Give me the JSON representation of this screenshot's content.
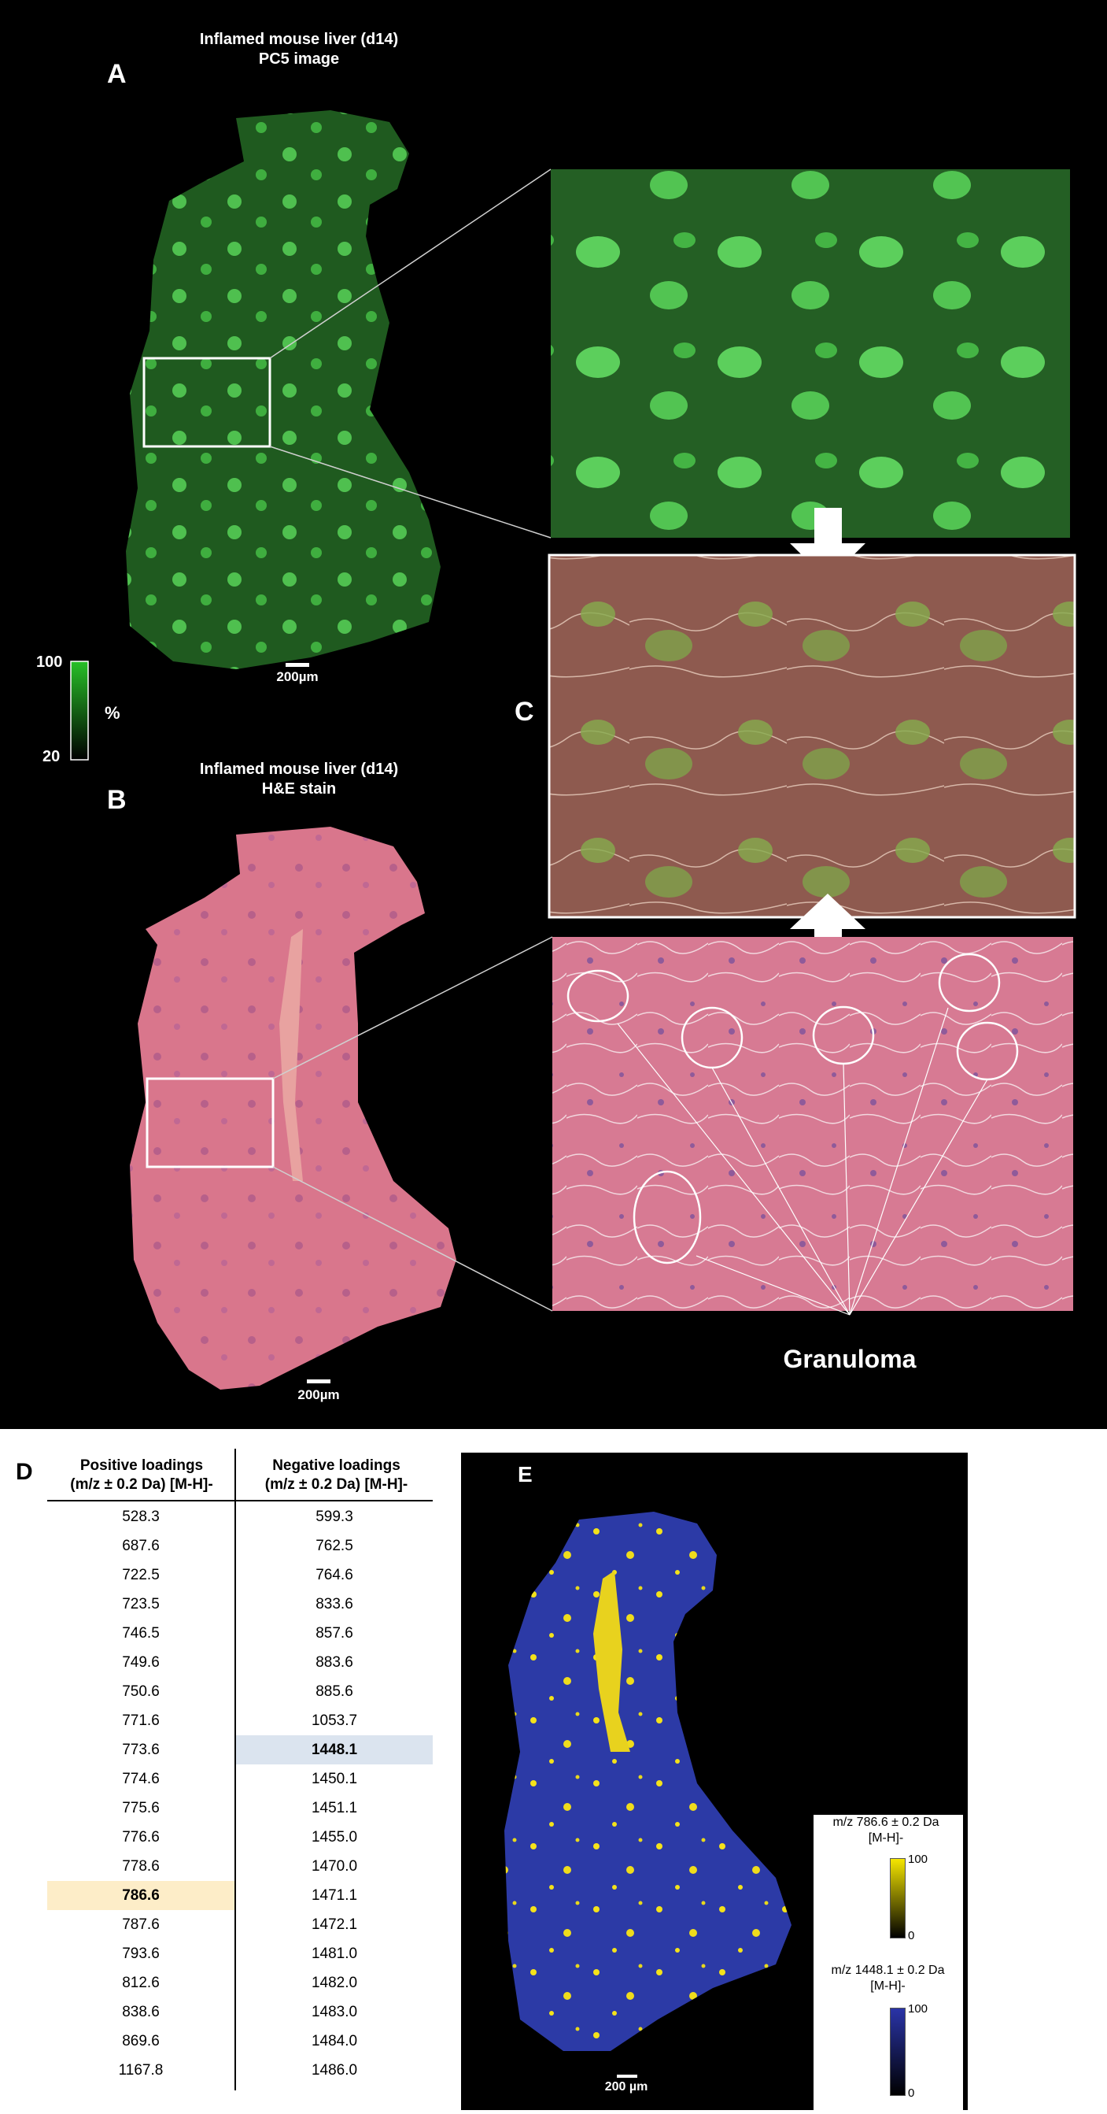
{
  "panel_a": {
    "letter": "A",
    "title_line1": "Inflamed mouse liver (d14)",
    "title_line2": "PC5 image",
    "scalebar": "200µm",
    "colorbar": {
      "max": "100",
      "min": "20",
      "unit": "%"
    }
  },
  "panel_b": {
    "letter": "B",
    "title_line1": "Inflamed mouse liver (d14)",
    "title_line2": "H&E stain",
    "scalebar": "200µm"
  },
  "panel_c": {
    "letter": "C",
    "annotation": "Granuloma"
  },
  "panel_d": {
    "letter": "D",
    "col1_header1": "Positive loadings",
    "col1_header2": "(m/z ± 0.2 Da) [M-H]-",
    "col2_header1": "Negative loadings",
    "col2_header2": "(m/z ± 0.2 Da) [M-H]-",
    "rows": [
      [
        "528.3",
        "599.3"
      ],
      [
        "687.6",
        "762.5"
      ],
      [
        "722.5",
        "764.6"
      ],
      [
        "723.5",
        "833.6"
      ],
      [
        "746.5",
        "857.6"
      ],
      [
        "749.6",
        "883.6"
      ],
      [
        "750.6",
        "885.6"
      ],
      [
        "771.6",
        "1053.7"
      ],
      [
        "773.6",
        "1448.1"
      ],
      [
        "774.6",
        "1450.1"
      ],
      [
        "775.6",
        "1451.1"
      ],
      [
        "776.6",
        "1455.0"
      ],
      [
        "778.6",
        "1470.0"
      ],
      [
        "786.6",
        "1471.1"
      ],
      [
        "787.6",
        "1472.1"
      ],
      [
        "793.6",
        "1481.0"
      ],
      [
        "812.6",
        "1482.0"
      ],
      [
        "838.6",
        "1483.0"
      ],
      [
        "869.6",
        "1484.0"
      ],
      [
        "1167.8",
        "1486.0"
      ]
    ],
    "highlight_positive": "786.6",
    "highlight_negative": "1448.1",
    "highlight_colors": {
      "positive": "#fdedc8",
      "negative": "#dbe4ef"
    }
  },
  "panel_e": {
    "letter": "E",
    "scalebar": "200 µm",
    "legend1": {
      "line1": "m/z 786.6 ± 0.2 Da",
      "line2": "[M-H]-",
      "max": "100",
      "min": "0",
      "color": "#f5e600"
    },
    "legend2": {
      "line1": "m/z 1448.1 ± 0.2 Da",
      "line2": "[M-H]-",
      "max": "100",
      "min": "0",
      "color": "#2a34a8"
    }
  }
}
